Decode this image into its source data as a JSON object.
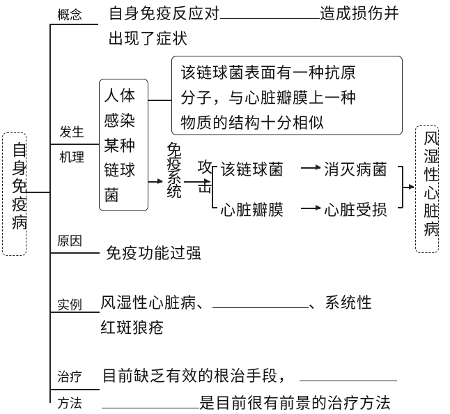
{
  "root": {
    "label": "自身免疫病"
  },
  "branches": {
    "concept": {
      "label": "概念",
      "line1_pre": "自身免疫反应对",
      "line1_post": "造成损伤并",
      "line2": "出现了症状"
    },
    "mechanism": {
      "label_top": "发生",
      "label_bottom": "机理",
      "infection_box": [
        "人体",
        "感染",
        "某种",
        "链球",
        "菌"
      ],
      "note_box": [
        "该链球菌表面有一种抗原",
        "分子，与心脏瓣膜上一种",
        "物质的结构十分相似"
      ],
      "immune_system": "免疫系统",
      "attack": "攻击",
      "path_top_source": "该链球菌",
      "path_top_result": "消灭病菌",
      "path_bottom_source": "心脏瓣膜",
      "path_bottom_result": "心脏受损",
      "outcome_box": "风湿性心脏病"
    },
    "cause": {
      "label": "原因",
      "text": "免疫功能过强"
    },
    "examples": {
      "label": "实例",
      "line1_pre": "风湿性心脏病、",
      "line1_post": "、系统性",
      "line2": "红斑狼疮"
    },
    "treatment": {
      "label_top": "治疗",
      "label_bottom": "方法",
      "line1": "目前缺乏有效的根治手段，",
      "line2_post": "是目前很有前景的治疗方法"
    }
  }
}
